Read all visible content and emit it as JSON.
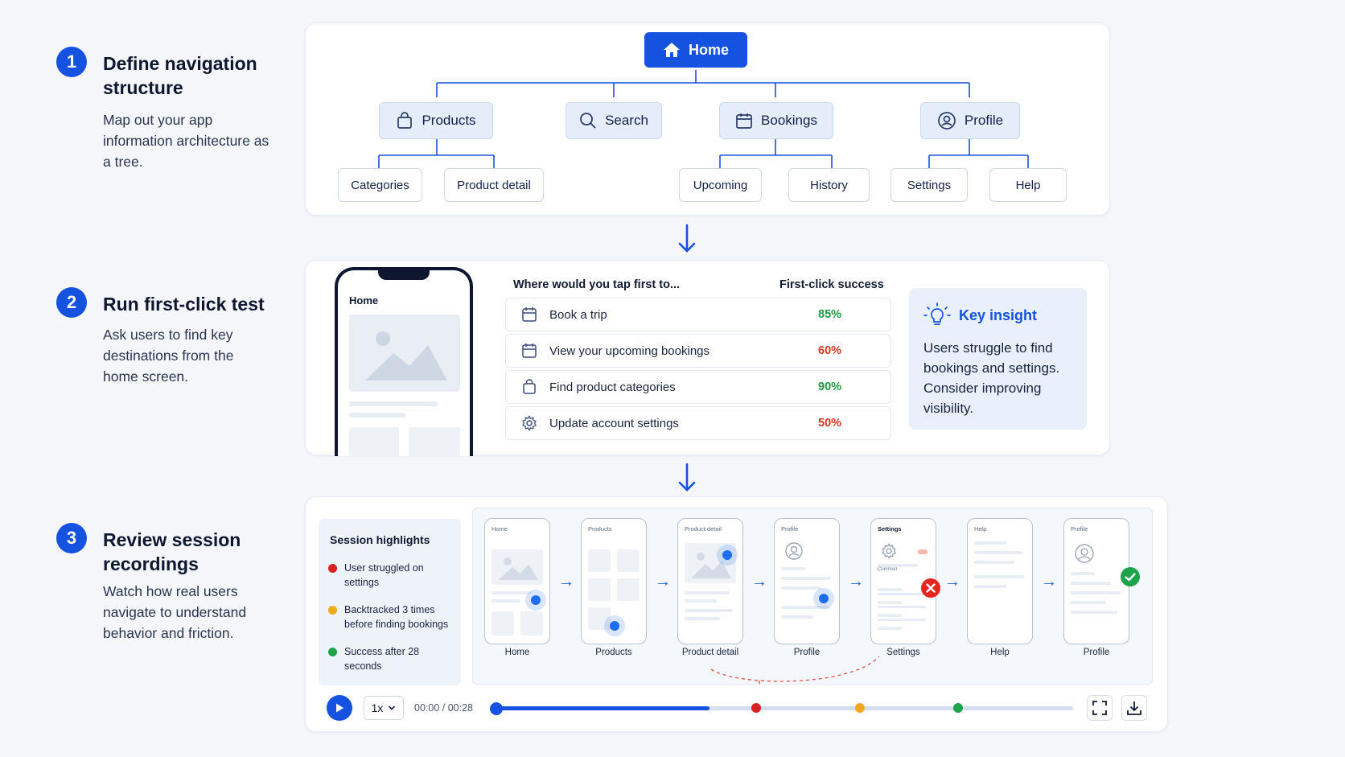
{
  "steps": [
    {
      "number": "1",
      "title": "Define navigation structure",
      "desc": "Map out your app information architecture as a tree."
    },
    {
      "number": "2",
      "title": "Run first-click test",
      "desc": "Ask users to find key destinations from the home screen."
    },
    {
      "number": "3",
      "title": "Review session recordings",
      "desc": "Watch how real users navigate to understand behavior and friction."
    }
  ],
  "tree": {
    "root": "Home",
    "sections": [
      "Products",
      "Search",
      "Bookings",
      "Profile"
    ],
    "children": {
      "products": [
        "Categories",
        "Product detail"
      ],
      "bookings": [
        "Upcoming",
        "History"
      ],
      "profile": [
        "Settings",
        "Help"
      ]
    }
  },
  "test": {
    "phone_title": "Home",
    "question_header": "Where would you tap first to...",
    "success_header": "First-click success",
    "rows": [
      {
        "label": "Book a trip",
        "pct": "85%",
        "icon": "calendar-icon",
        "color": "#1f9a3e"
      },
      {
        "label": "View your upcoming bookings",
        "pct": "60%",
        "icon": "calendar-icon",
        "color": "#d63a1e"
      },
      {
        "label": "Find product categories",
        "pct": "90%",
        "icon": "bag-icon",
        "color": "#1f9a3e"
      },
      {
        "label": "Update account settings",
        "pct": "50%",
        "icon": "gear-icon",
        "color": "#d63a1e"
      }
    ],
    "insight_title": "Key insight",
    "insight_body": "Users struggle to find bookings and settings. Consider improving visibility."
  },
  "session": {
    "highlights_title": "Session highlights",
    "highlights": [
      {
        "text": "User struggled on settings",
        "color": "#d9211f"
      },
      {
        "text": "Backtracked 3 times before finding bookings",
        "color": "#f2a81d"
      },
      {
        "text": "Success after 28 seconds",
        "color": "#1fa34a"
      }
    ],
    "frames": [
      {
        "title": "Home",
        "caption": "Home"
      },
      {
        "title": "Products",
        "caption": "Products"
      },
      {
        "title": "Product detail",
        "caption": "Product detail"
      },
      {
        "title": "Profile",
        "caption": "Profile"
      },
      {
        "title": "Settings",
        "caption": "Settings",
        "item": "Common"
      },
      {
        "title": "Help",
        "caption": "Help"
      },
      {
        "title": "Profile",
        "caption": "Profile"
      }
    ],
    "speed": "1x",
    "time": "00:00 / 00:28",
    "progress": 0.37,
    "markers": [
      {
        "pos": 0.45,
        "color": "#d9211f"
      },
      {
        "pos": 0.63,
        "color": "#f2a81d"
      },
      {
        "pos": 0.8,
        "color": "#1fa34a"
      }
    ]
  }
}
